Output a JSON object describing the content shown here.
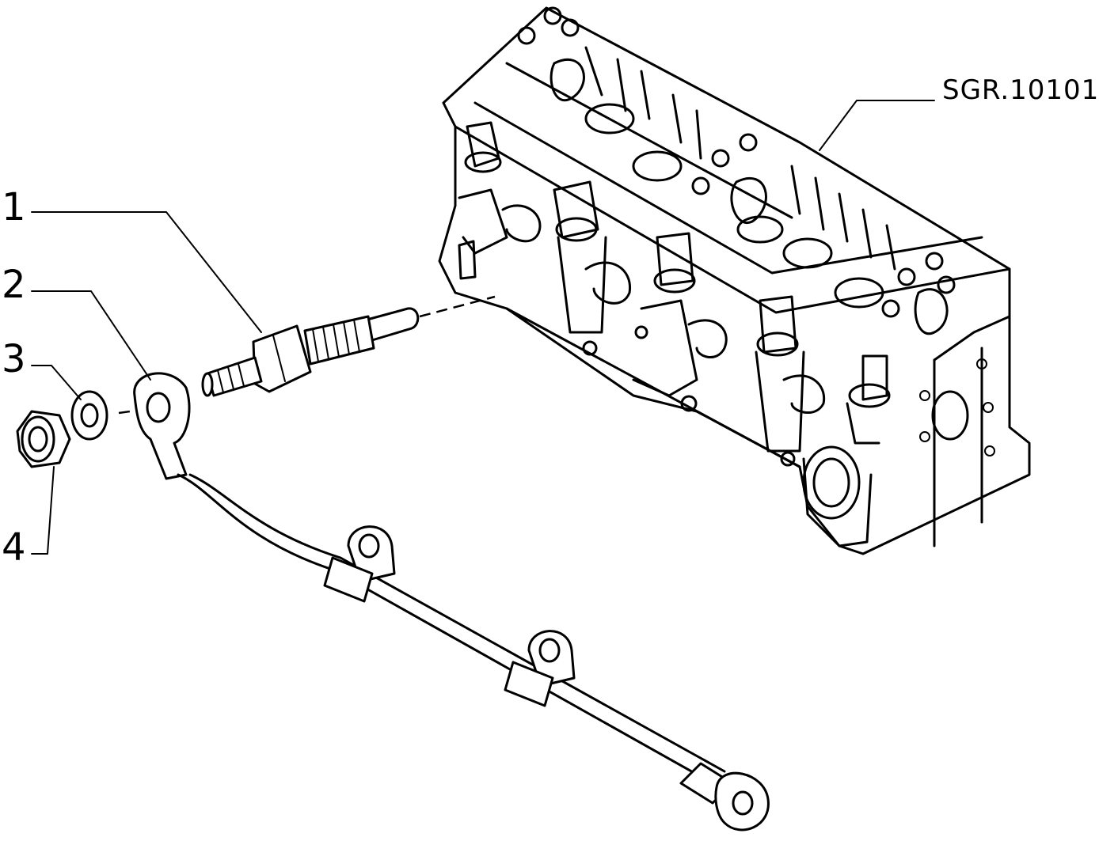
{
  "diagram": {
    "reference_code": "SGR.10101",
    "callouts": [
      {
        "number": "1"
      },
      {
        "number": "2"
      },
      {
        "number": "3"
      },
      {
        "number": "4"
      }
    ]
  }
}
